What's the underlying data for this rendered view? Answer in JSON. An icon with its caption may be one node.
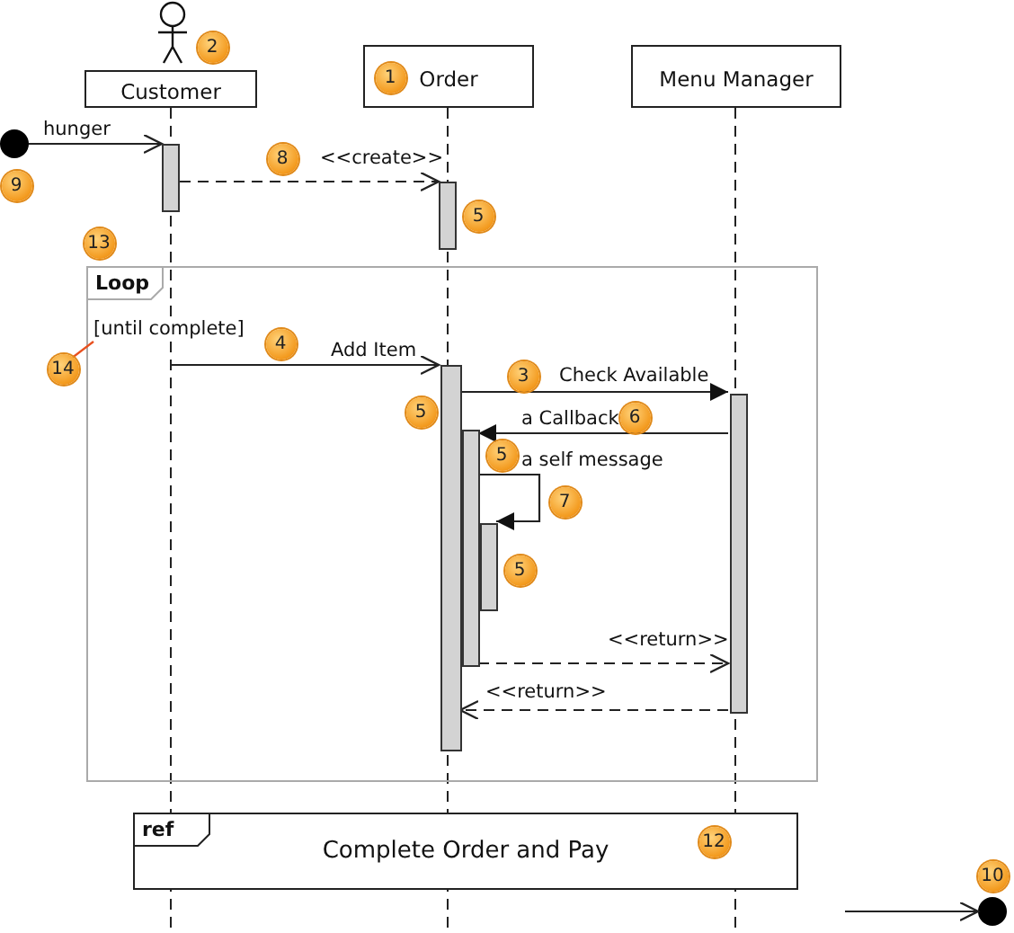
{
  "diagram": {
    "nodes": [
      {
        "text": [
          "Customer"
        ]
      },
      {
        "text": [
          "Order"
        ]
      },
      {
        "text": [
          "Menu Manager"
        ]
      },
      {
        "text": [],
        "shape": "circle"
      },
      {
        "text": [],
        "shape": "bar"
      },
      {
        "text": [],
        "shape": "bar"
      },
      {
        "text": [],
        "shape": "bar",
        "in": 10
      },
      {
        "text": [],
        "shape": "bar",
        "in": 10
      },
      {
        "text": [],
        "shape": "bar",
        "in": 10
      },
      {
        "text": [],
        "shape": "bar",
        "in": 10
      },
      {
        "text": [
          "Loop",
          "[until complete]"
        ]
      },
      {
        "text": [
          "ref",
          "Complete Order and Pay"
        ]
      },
      {
        "text": [],
        "shape": "circle"
      },
      {
        "text": [
          "14"
        ]
      },
      {
        "text": [
          "2"
        ]
      },
      {
        "text": [
          "1"
        ],
        "in": 1
      },
      {
        "text": [
          "8"
        ]
      },
      {
        "text": [
          "9"
        ]
      },
      {
        "text": [
          "5"
        ]
      },
      {
        "text": [
          "13"
        ]
      },
      {
        "text": [
          "4"
        ],
        "in": 10
      },
      {
        "text": [
          "3"
        ],
        "in": 10
      },
      {
        "text": [
          "5"
        ],
        "in": 10
      },
      {
        "text": [
          "6"
        ],
        "in": 10
      },
      {
        "text": [
          "5"
        ],
        "in": 10
      },
      {
        "text": [
          "7"
        ],
        "in": 10
      },
      {
        "text": [
          "5"
        ],
        "in": 10
      },
      {
        "text": [
          "12"
        ],
        "in": 11
      },
      {
        "text": [
          "10"
        ]
      }
    ],
    "edges": [
      {
        "from": 3,
        "to": 4,
        "arrow": "to",
        "label": "hunger"
      },
      {
        "from": 4,
        "to": 5,
        "arrow": "to",
        "label": "<<create>>",
        "style": "dashed"
      },
      {
        "from": null,
        "to": 6,
        "arrow": "to",
        "label": "Add Item"
      },
      {
        "from": 6,
        "to": 9,
        "arrow": "to",
        "label": "Check Available"
      },
      {
        "from": 9,
        "to": 7,
        "arrow": "to",
        "label": "a Callback"
      },
      {
        "from": 7,
        "to": 8,
        "arrow": "to",
        "label": "a self message"
      },
      {
        "from": 7,
        "to": 9,
        "arrow": "to",
        "label": "<<return>>",
        "style": "dashed"
      },
      {
        "from": 9,
        "to": 6,
        "arrow": "to",
        "label": "<<return>>",
        "style": "dashed"
      },
      {
        "from": null,
        "to": 12,
        "arrow": "to"
      },
      {
        "from": 13,
        "to": 10,
        "arrow": "none",
        "color": "#e8501e"
      }
    ]
  }
}
